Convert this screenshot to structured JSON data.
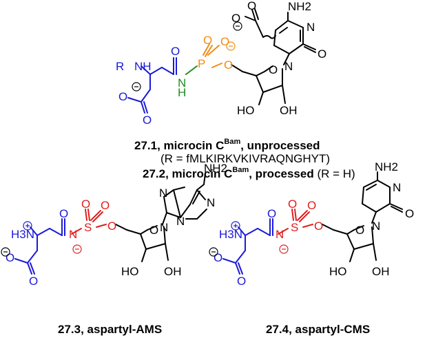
{
  "colors": {
    "black": "#000000",
    "blue": "#1a1ad6",
    "green": "#1e8c1e",
    "orange": "#f08c14",
    "red": "#e01e1e"
  },
  "structure_top": {
    "nh2": "NH2",
    "o": "O",
    "n": "N",
    "r": "R",
    "nh": "NH",
    "h": "H",
    "p": "P",
    "ho": "HO",
    "oh": "OH"
  },
  "structure_3": {
    "h3n": "H3N",
    "n": "N",
    "s": "S",
    "o": "O",
    "nh2": "NH2",
    "ho": "HO",
    "oh": "OH"
  },
  "structure_4": {
    "h3n": "H3N",
    "n": "N",
    "s": "S",
    "o": "O",
    "nh2": "NH2",
    "ho": "HO",
    "oh": "OH"
  },
  "captions": {
    "c1_label": "27.1, microcin C",
    "c1_sup": "Bam",
    "c1_tail": ", unprocessed",
    "c1_r": "(R = fMLKIRKVKIVRAQNGHYT)",
    "c2_label": "27.2, microcin C",
    "c2_sup": "Bam",
    "c2_tail": ", processed",
    "c2_r": " (R = H)",
    "c3": "27.3, aspartyl-AMS",
    "c4": "27.4, aspartyl-CMS"
  }
}
